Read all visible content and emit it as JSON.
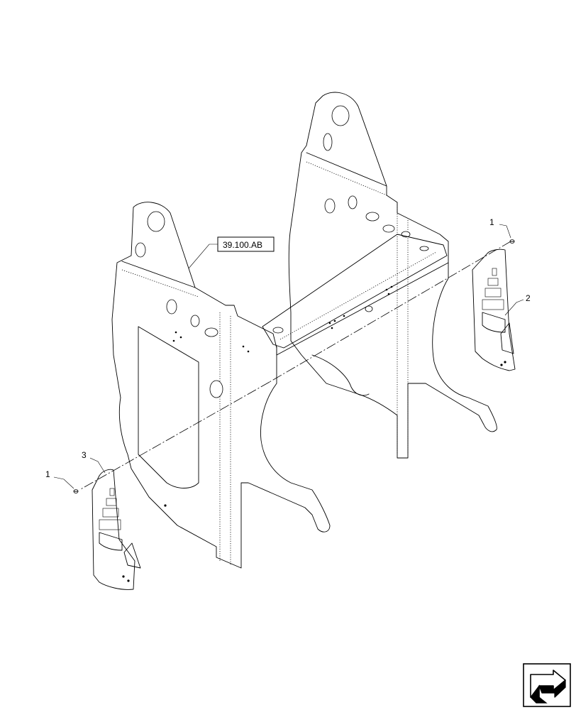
{
  "callouts": {
    "fastener_top": "1",
    "panel_right": "2",
    "panel_left": "3",
    "fastener_bottom": "1"
  },
  "reference": {
    "label": "39.100.AB"
  },
  "navigation": {
    "icon": "arrow-navigation-icon"
  }
}
